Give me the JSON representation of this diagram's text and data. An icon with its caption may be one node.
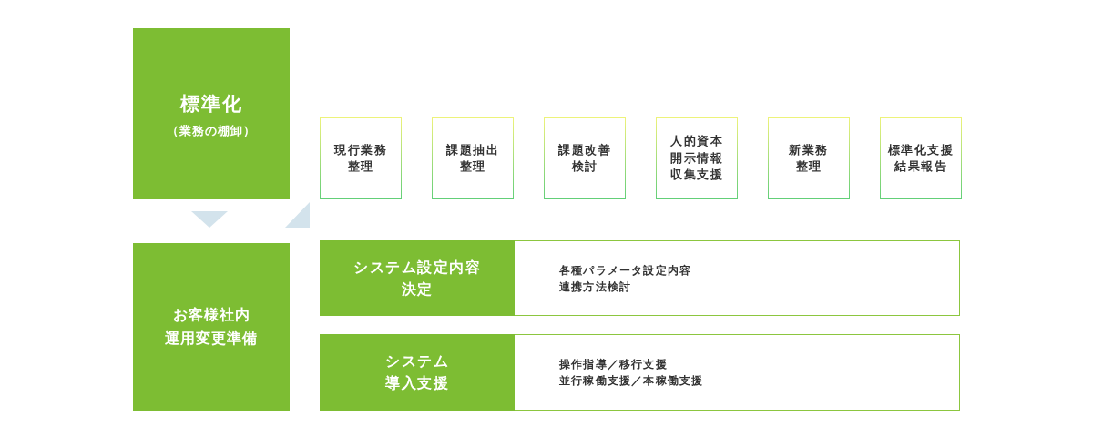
{
  "diagram": {
    "nodes": [
      {
        "text": [
          "標準化",
          "（業務の棚卸）"
        ]
      },
      {
        "text": [
          "現行業務整理"
        ]
      },
      {
        "text": [
          "課題抽出整理"
        ]
      },
      {
        "text": [
          "課題改善検討"
        ]
      },
      {
        "text": [
          "人的資本開示情報収集支援"
        ]
      },
      {
        "text": [
          "新業務整理"
        ]
      },
      {
        "text": [
          "標準化支援結果報告"
        ]
      },
      {
        "text": [
          "お客様社内運用変更準備"
        ]
      },
      {
        "text": [
          "システム設定内容決定",
          "各種パラメータ設定内容",
          "連携方法検討"
        ]
      },
      {
        "text": [
          "システム導入支援",
          "操作指導／移行支援",
          "並行稼働支援／本稼働支援"
        ]
      }
    ],
    "edges": [
      {
        "from": 0,
        "to": 7,
        "arrow": "to"
      },
      {
        "from": 1,
        "to": 0,
        "arrow": "to"
      }
    ]
  }
}
